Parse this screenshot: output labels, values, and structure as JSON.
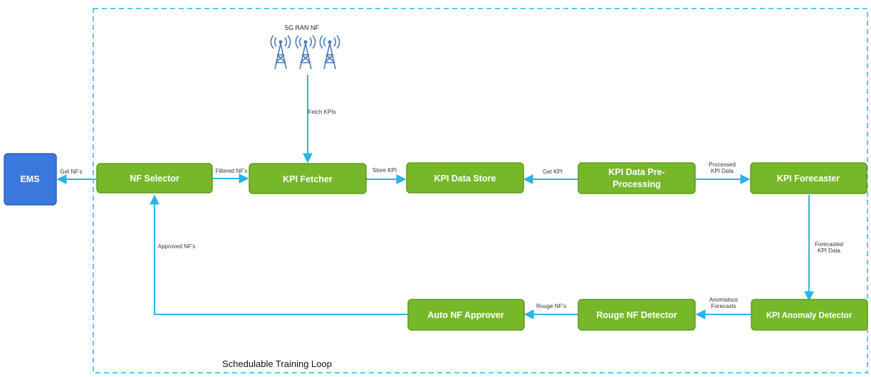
{
  "loop": {
    "label": "Schedulable Training Loop"
  },
  "ran": {
    "label": "5G RAN NF"
  },
  "nodes": {
    "ems": "EMS",
    "nf_selector": "NF Selector",
    "kpi_fetcher": "KPI Fetcher",
    "kpi_data_store": "KPI Data Store",
    "kpi_preprocessing_line1": "KPI Data Pre-",
    "kpi_preprocessing_line2": "Processing",
    "kpi_forecaster": "KPI Forecaster",
    "kpi_anomaly_detector": "KPI Anomaly Detector",
    "rouge_nf_detector": "Rouge NF Detector",
    "auto_nf_approver": "Auto NF Approver"
  },
  "edges": {
    "get_nfs": "Get NF's",
    "filtered_nfs": "Filtered NF's",
    "fetch_kpis": "Fetch KPIs",
    "store_kpi": "Store KPI",
    "get_kpi": "Get KPI",
    "processed_line1": "Processed",
    "processed_line2": "KPI Data",
    "forecasted_line1": "Forecasted",
    "forecasted_line2": "KPI Data",
    "anomalous_line1": "Anomalous",
    "anomalous_line2": "Forecasts",
    "rouge_nfs": "Rouge NF's",
    "approved_nfs": "Approved NF's"
  },
  "colors": {
    "process_node": "#76b82a",
    "external_node": "#3b78de",
    "edge": "#27b5e8"
  },
  "icons": [
    "cell-tower-icon",
    "cell-tower-icon",
    "cell-tower-icon"
  ]
}
